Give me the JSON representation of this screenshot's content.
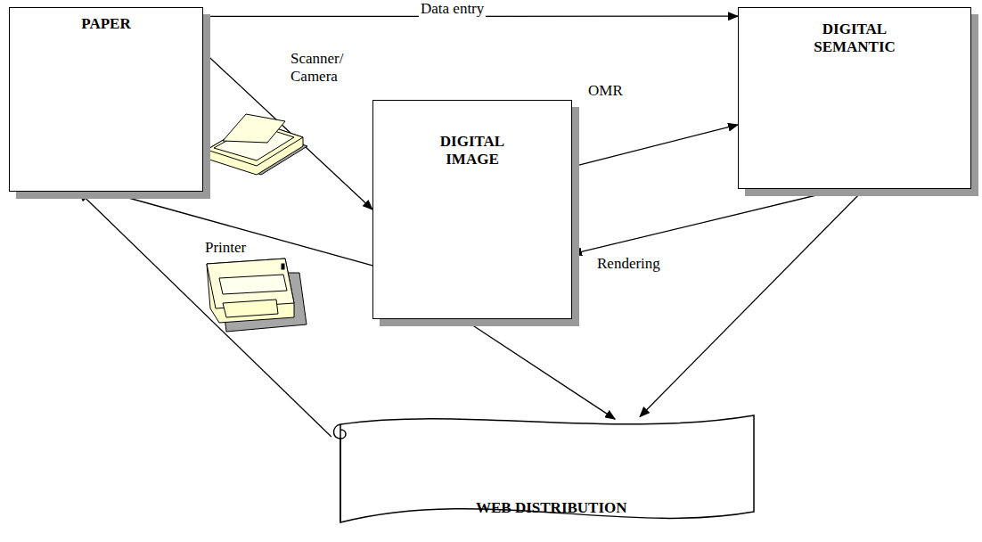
{
  "diagram": {
    "nodes": [
      {
        "text": [
          "PAPER"
        ]
      },
      {
        "text": [
          "DIGITAL SEMANTIC"
        ]
      },
      {
        "text": [
          "DIGITAL IMAGE"
        ]
      },
      {
        "text": [
          "WEB DISTRIBUTION"
        ]
      }
    ],
    "edges": [
      {
        "from": 0,
        "to": 1,
        "label": "Data entry",
        "arrow": "to"
      },
      {
        "from": 0,
        "to": 2,
        "arrow": "to"
      },
      {
        "from": 2,
        "to": 1,
        "label": "OMR",
        "arrow": "to"
      },
      {
        "from": 1,
        "to": 2,
        "label": "Rendering",
        "arrow": "to"
      },
      {
        "from": 2,
        "to": 0,
        "arrow": "to"
      },
      {
        "from": 2,
        "to": 3,
        "arrow": "to"
      },
      {
        "from": 1,
        "to": 3,
        "arrow": "to"
      },
      {
        "from": 3,
        "to": 0,
        "arrow": "to"
      }
    ],
    "labels": [
      "Scanner/ Camera",
      "Printer"
    ]
  }
}
